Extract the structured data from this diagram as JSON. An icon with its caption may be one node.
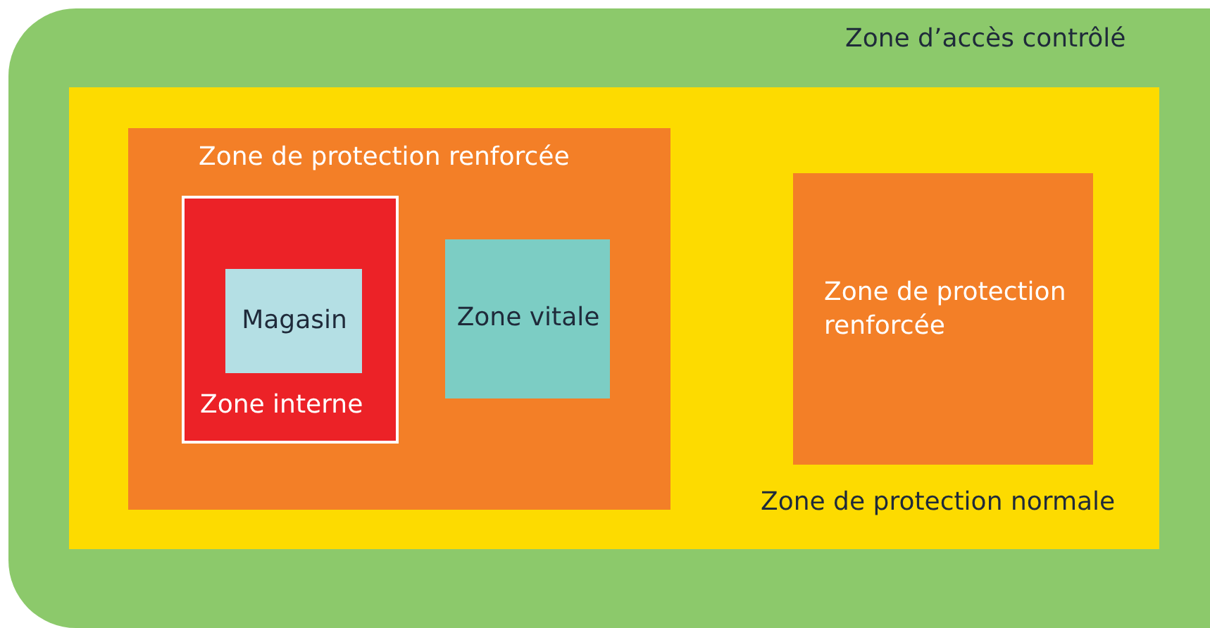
{
  "diagram": {
    "nodes": [
      {
        "text": [
          "Zone d’accès contrôlé"
        ]
      },
      {
        "text": [
          "Zone de protection normale"
        ],
        "in": 0
      },
      {
        "text": [
          "Zone de protection renforcée"
        ],
        "in": 1
      },
      {
        "text": [
          "Zone interne"
        ],
        "in": 2
      },
      {
        "text": [
          "Magasin"
        ],
        "in": 3
      },
      {
        "text": [
          "Zone vitale"
        ],
        "in": 2
      },
      {
        "text": [
          "Zone de protection renforcée"
        ],
        "in": 1
      }
    ]
  }
}
